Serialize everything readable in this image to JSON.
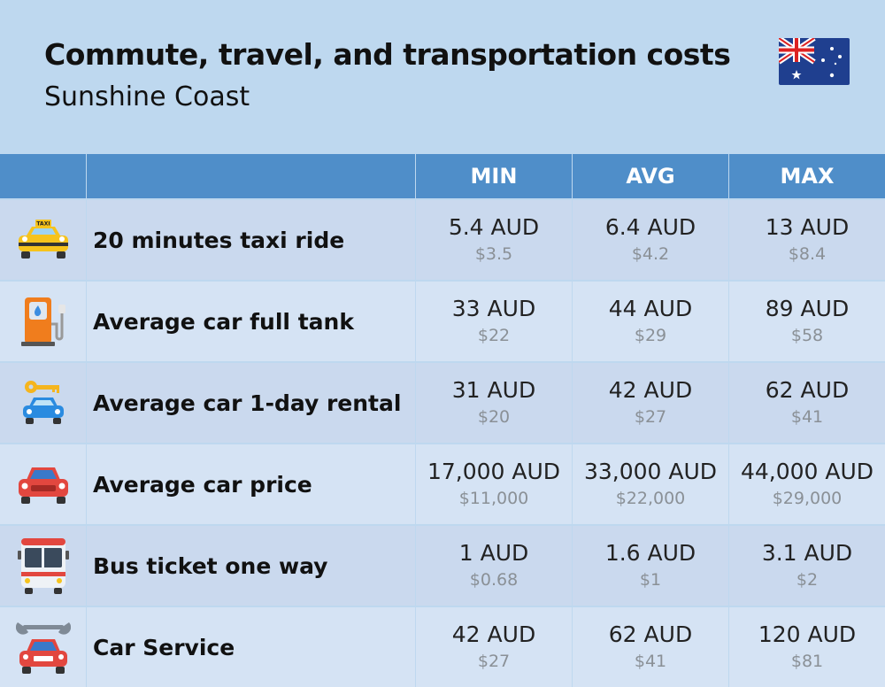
{
  "title": "Commute, travel, and transportation costs",
  "subtitle": "Sunshine Coast",
  "flag_icon": "australia-flag-icon",
  "columns": [
    "MIN",
    "AVG",
    "MAX"
  ],
  "rows": [
    {
      "icon": "taxi-icon",
      "label": "20 minutes taxi ride",
      "min": "5.4 AUD",
      "min_usd": "$3.5",
      "avg": "6.4 AUD",
      "avg_usd": "$4.2",
      "max": "13 AUD",
      "max_usd": "$8.4"
    },
    {
      "icon": "fuel-pump-icon",
      "label": "Average car full tank",
      "min": "33 AUD",
      "min_usd": "$22",
      "avg": "44 AUD",
      "avg_usd": "$29",
      "max": "89 AUD",
      "max_usd": "$58"
    },
    {
      "icon": "car-rental-key-icon",
      "label": "Average car 1-day rental",
      "min": "31 AUD",
      "min_usd": "$20",
      "avg": "42 AUD",
      "avg_usd": "$27",
      "max": "62 AUD",
      "max_usd": "$41"
    },
    {
      "icon": "car-icon",
      "label": "Average car price",
      "min": "17,000 AUD",
      "min_usd": "$11,000",
      "avg": "33,000 AUD",
      "avg_usd": "$22,000",
      "max": "44,000 AUD",
      "max_usd": "$29,000"
    },
    {
      "icon": "bus-icon",
      "label": "Bus ticket one way",
      "min": "1 AUD",
      "min_usd": "$0.68",
      "avg": "1.6 AUD",
      "avg_usd": "$1",
      "max": "3.1 AUD",
      "max_usd": "$2"
    },
    {
      "icon": "car-service-wrench-icon",
      "label": "Car Service",
      "min": "42 AUD",
      "min_usd": "$27",
      "avg": "62 AUD",
      "avg_usd": "$41",
      "max": "120 AUD",
      "max_usd": "$81"
    }
  ],
  "colors": {
    "header_bg": "#4f8ec9",
    "page_bg": "#bed8ef",
    "row_a": "#cad9ee",
    "row_b": "#d5e3f4"
  }
}
